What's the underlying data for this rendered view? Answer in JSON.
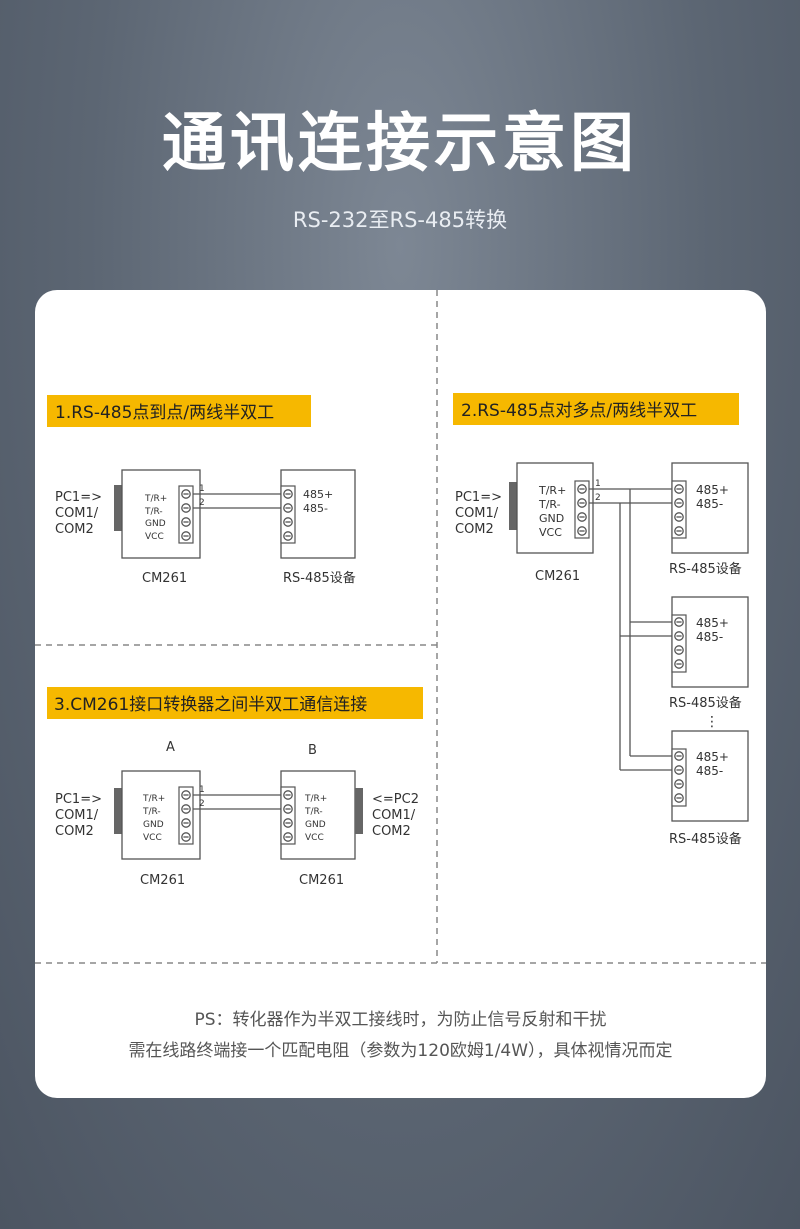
{
  "header": {
    "title": "通讯连接示意图",
    "subtitle": "RS-232至RS-485转换"
  },
  "sections": [
    {
      "heading": "1.RS-485点到点/两线半双工"
    },
    {
      "heading": "2.RS-485点对多点/两线半双工"
    },
    {
      "heading": "3.CM261接口转换器之间半双工通信连接"
    }
  ],
  "labels": {
    "pc1_arrow": "PC1=>",
    "pc2_arrow": "<=PC2",
    "com_port": "COM1/",
    "com_port2": "COM2",
    "tr_plus": "T/R+",
    "tr_minus": "T/R-",
    "gnd": "GND",
    "vcc": "VCC",
    "pin485_plus": "485+",
    "pin485_minus": "485-",
    "wire1": "1",
    "wire2": "2",
    "converter_name": "CM261",
    "device_name": "RS-485设备",
    "node_a": "A",
    "node_b": "B",
    "ellipsis": "⋮"
  },
  "colors": {
    "heading_bg": "#f6b800",
    "line": "#555555",
    "dash": "#888888"
  },
  "note": {
    "line1": "PS：转化器作为半双工接线时，为防止信号反射和干扰",
    "line2": "需在线路终端接一个匹配电阻（参数为120欧姆1/4W），具体视情况而定"
  }
}
